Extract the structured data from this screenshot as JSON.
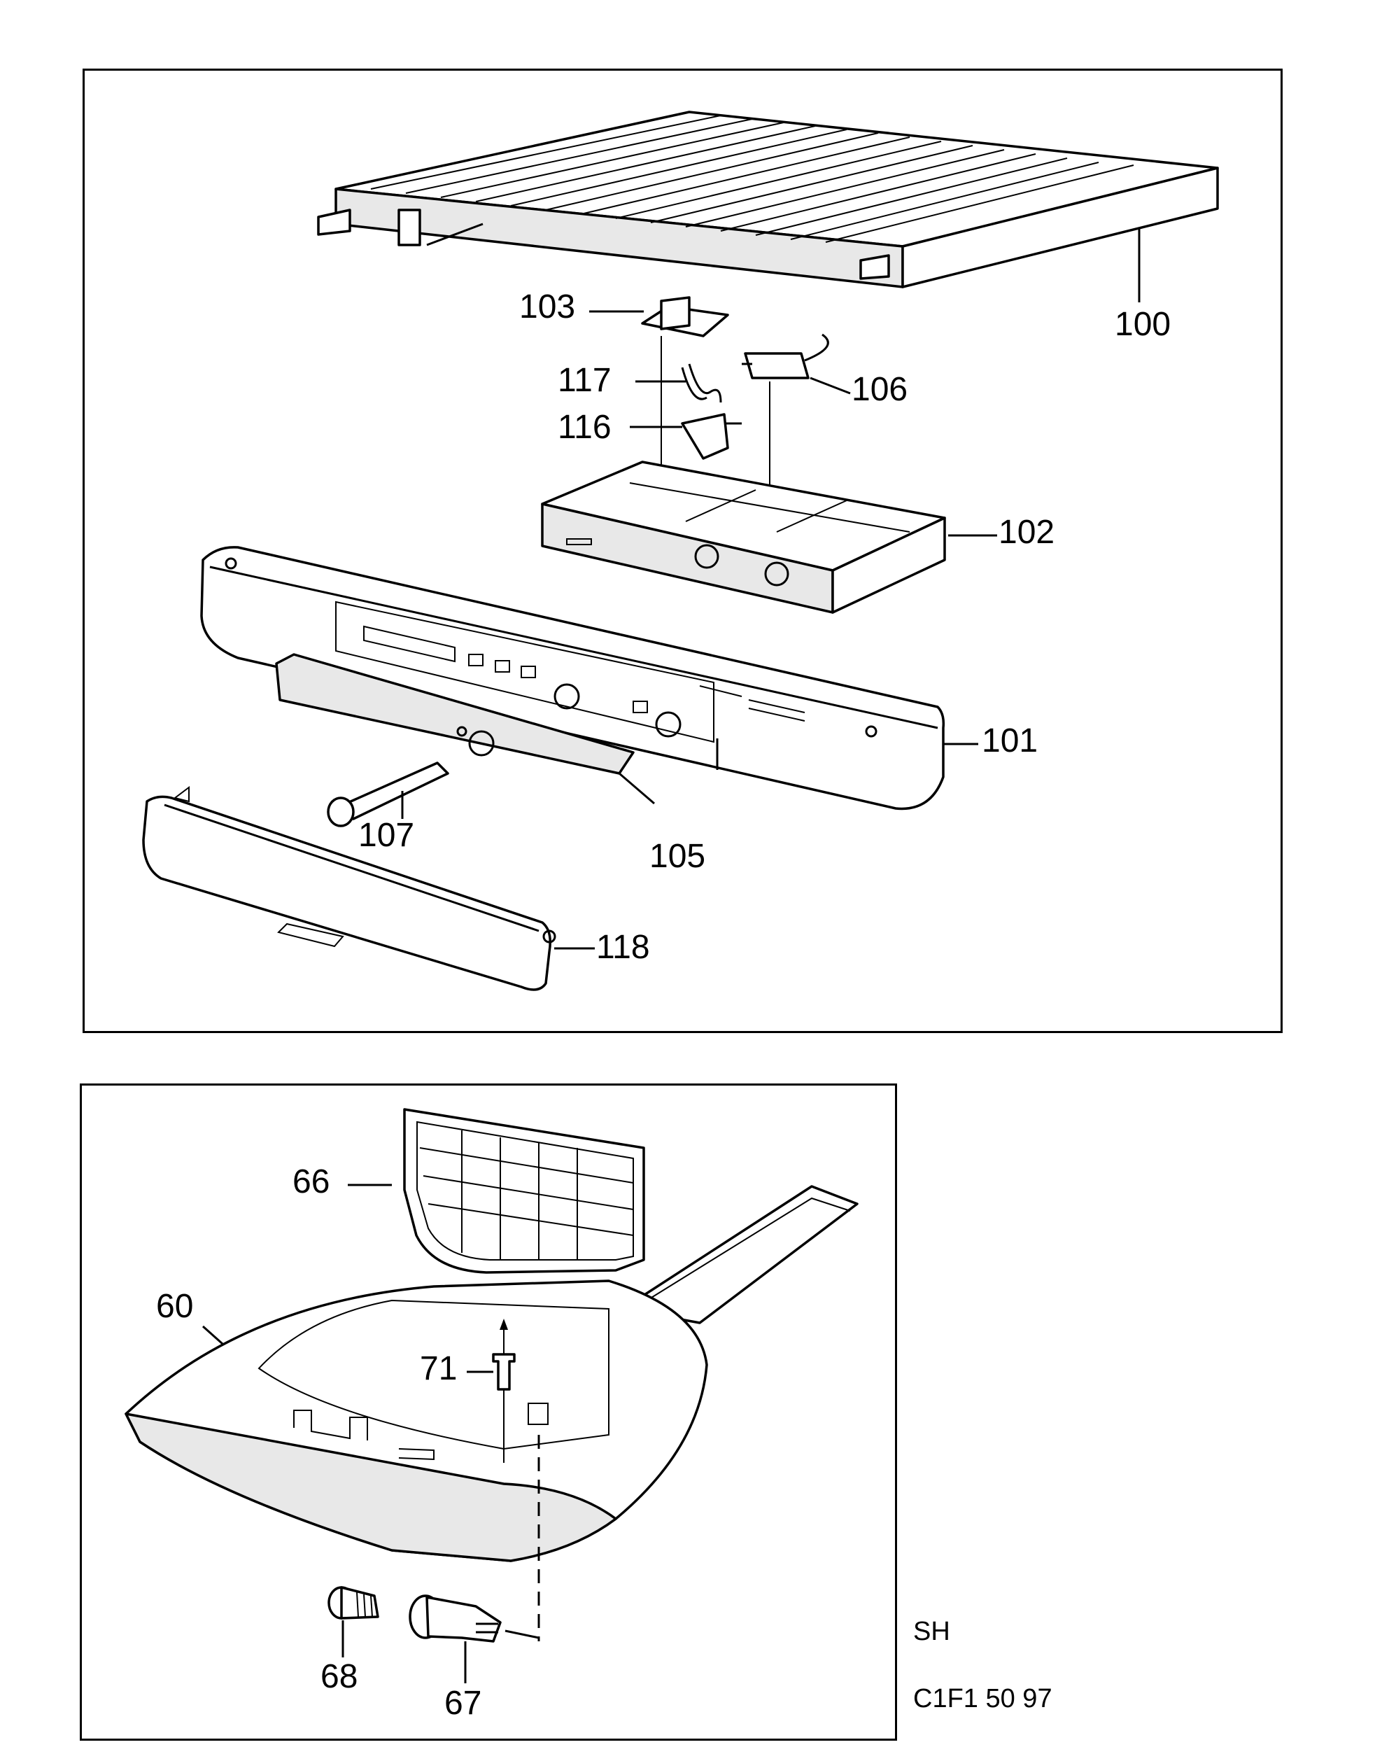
{
  "diagram": {
    "top_assembly": {
      "labels": [
        "100",
        "103",
        "117",
        "106",
        "116",
        "102",
        "101",
        "107",
        "105",
        "118"
      ]
    },
    "bottom_assembly": {
      "labels": [
        "66",
        "60",
        "71",
        "68",
        "67"
      ]
    },
    "footer": {
      "line1": "SH",
      "line2": "C1F1 50 97"
    }
  }
}
